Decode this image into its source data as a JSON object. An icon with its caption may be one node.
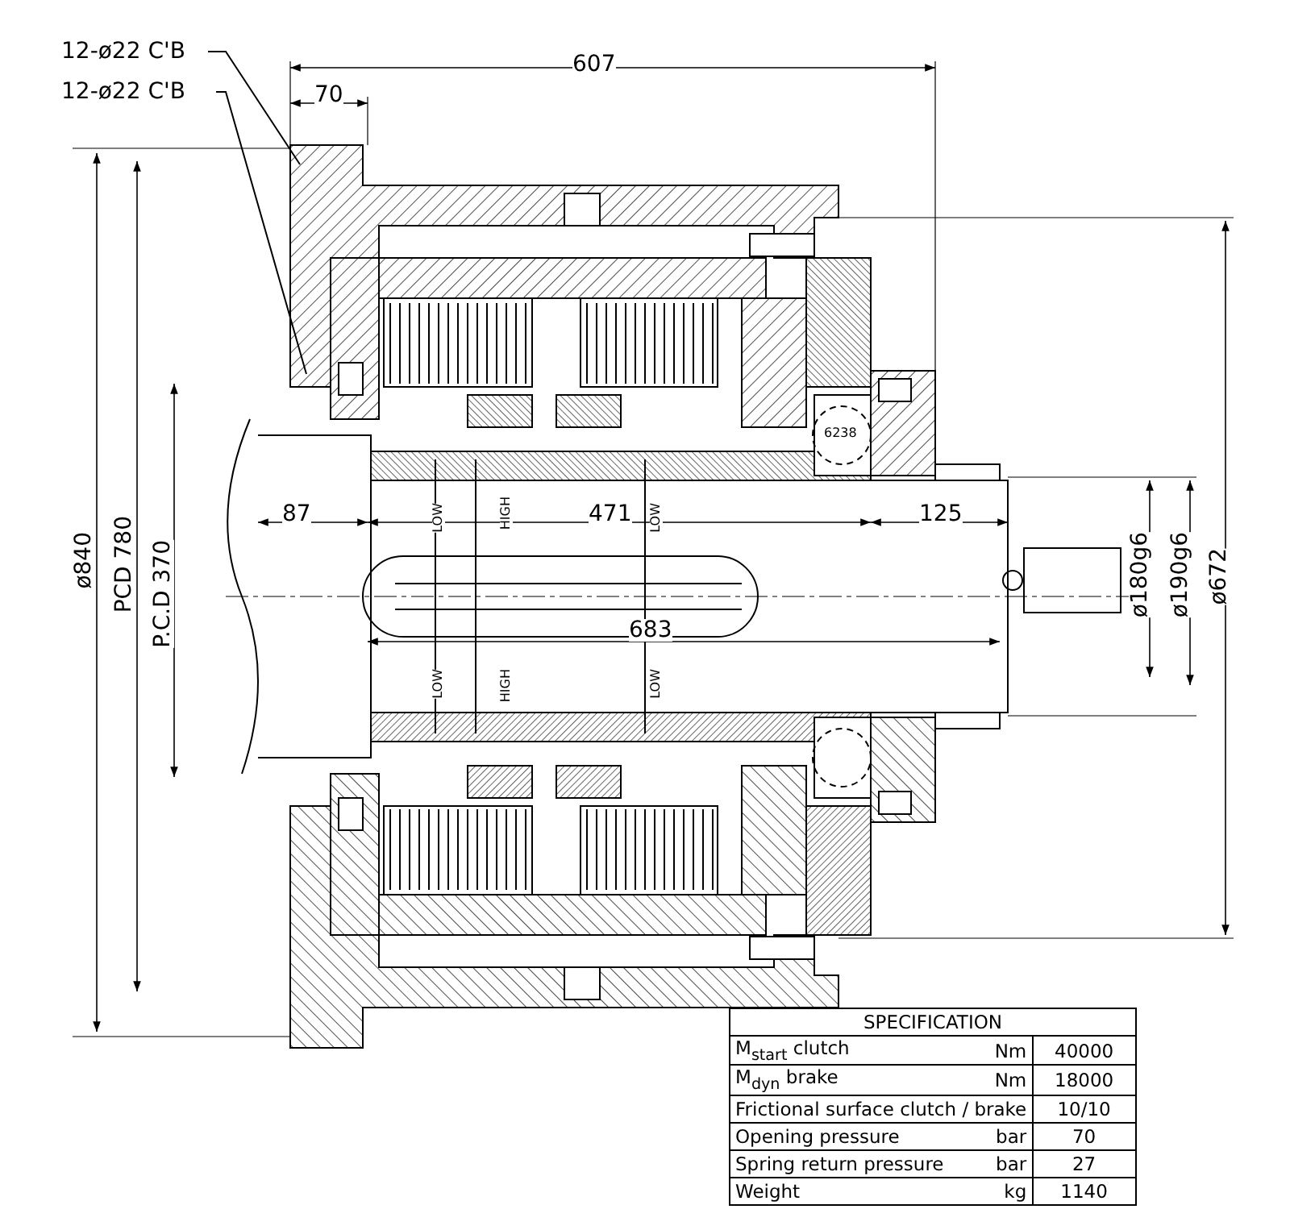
{
  "diagram": {
    "nodes": [
      {
        "text": [
          "12-ø22 C'B"
        ]
      },
      {
        "text": [
          "12-ø22 C'B"
        ]
      }
    ],
    "edges": [
      {
        "from": 0,
        "to": null,
        "arrow": "none"
      },
      {
        "from": 1,
        "to": null,
        "arrow": "none"
      }
    ],
    "labels": [
      "607",
      "70",
      "ø840",
      "PCD 780",
      "P.C.D 370",
      "ø672",
      "6238",
      "87",
      "471",
      "125",
      "LOW",
      "HIGH",
      "LOW",
      "ø180g6",
      "ø190g6",
      "683",
      "LOW",
      "HIGH",
      "LOW",
      "SPECIFICATION",
      "M$_{start}$ clutch",
      "Nm",
      "40000",
      "M$_{dyn}$ brake",
      "Nm",
      "18000",
      "Frictional surface clutch / brake",
      "10/10",
      "Opening pressure",
      "bar",
      "70",
      "Spring return pressure",
      "bar",
      "27",
      "Weight",
      "kg",
      "1140"
    ]
  }
}
